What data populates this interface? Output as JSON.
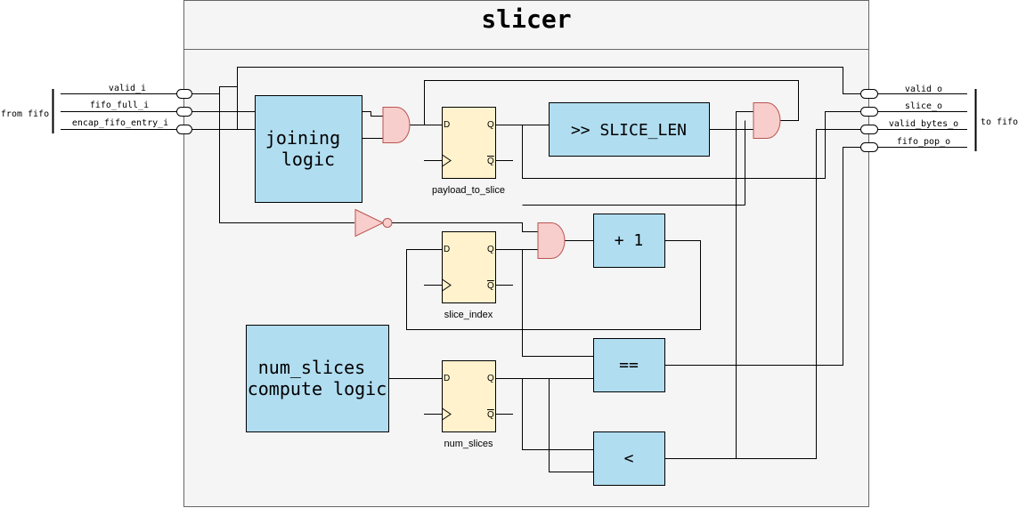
{
  "title": "slicer",
  "left_group_label": "from fifo",
  "right_group_label": "to fifo",
  "inputs": [
    "valid_i",
    "fifo_full_i",
    "encap_fifo_entry_i"
  ],
  "outputs": [
    "valid_o",
    "slice_o",
    "valid_bytes_o",
    "fifo_pop_o"
  ],
  "blocks": {
    "joining": [
      "joining",
      "logic"
    ],
    "shift": "&gt;&gt; SLICE_LEN",
    "plus_one": "+ 1",
    "num_slices_logic": [
      "num_slices",
      "compute logic"
    ],
    "equals": "==",
    "less_than": "&lt;"
  },
  "registers": {
    "payload": {
      "label": "payload_to_slice",
      "d": "D",
      "q": "Q",
      "qbar": "Q"
    },
    "slice_index": {
      "label": "slice_index",
      "d": "D",
      "q": "Q",
      "qbar": "Q"
    },
    "num_slices": {
      "label": "num_slices",
      "d": "D",
      "q": "Q",
      "qbar": "Q"
    }
  },
  "colors": {
    "block_fill": "#b1ddf0",
    "block_stroke": "#10739e",
    "register_fill": "#fff2cc",
    "gate_fill": "#f8cecc",
    "gate_stroke": "#b85450",
    "container_fill": "#f5f5f5",
    "container_stroke": "#666666"
  }
}
